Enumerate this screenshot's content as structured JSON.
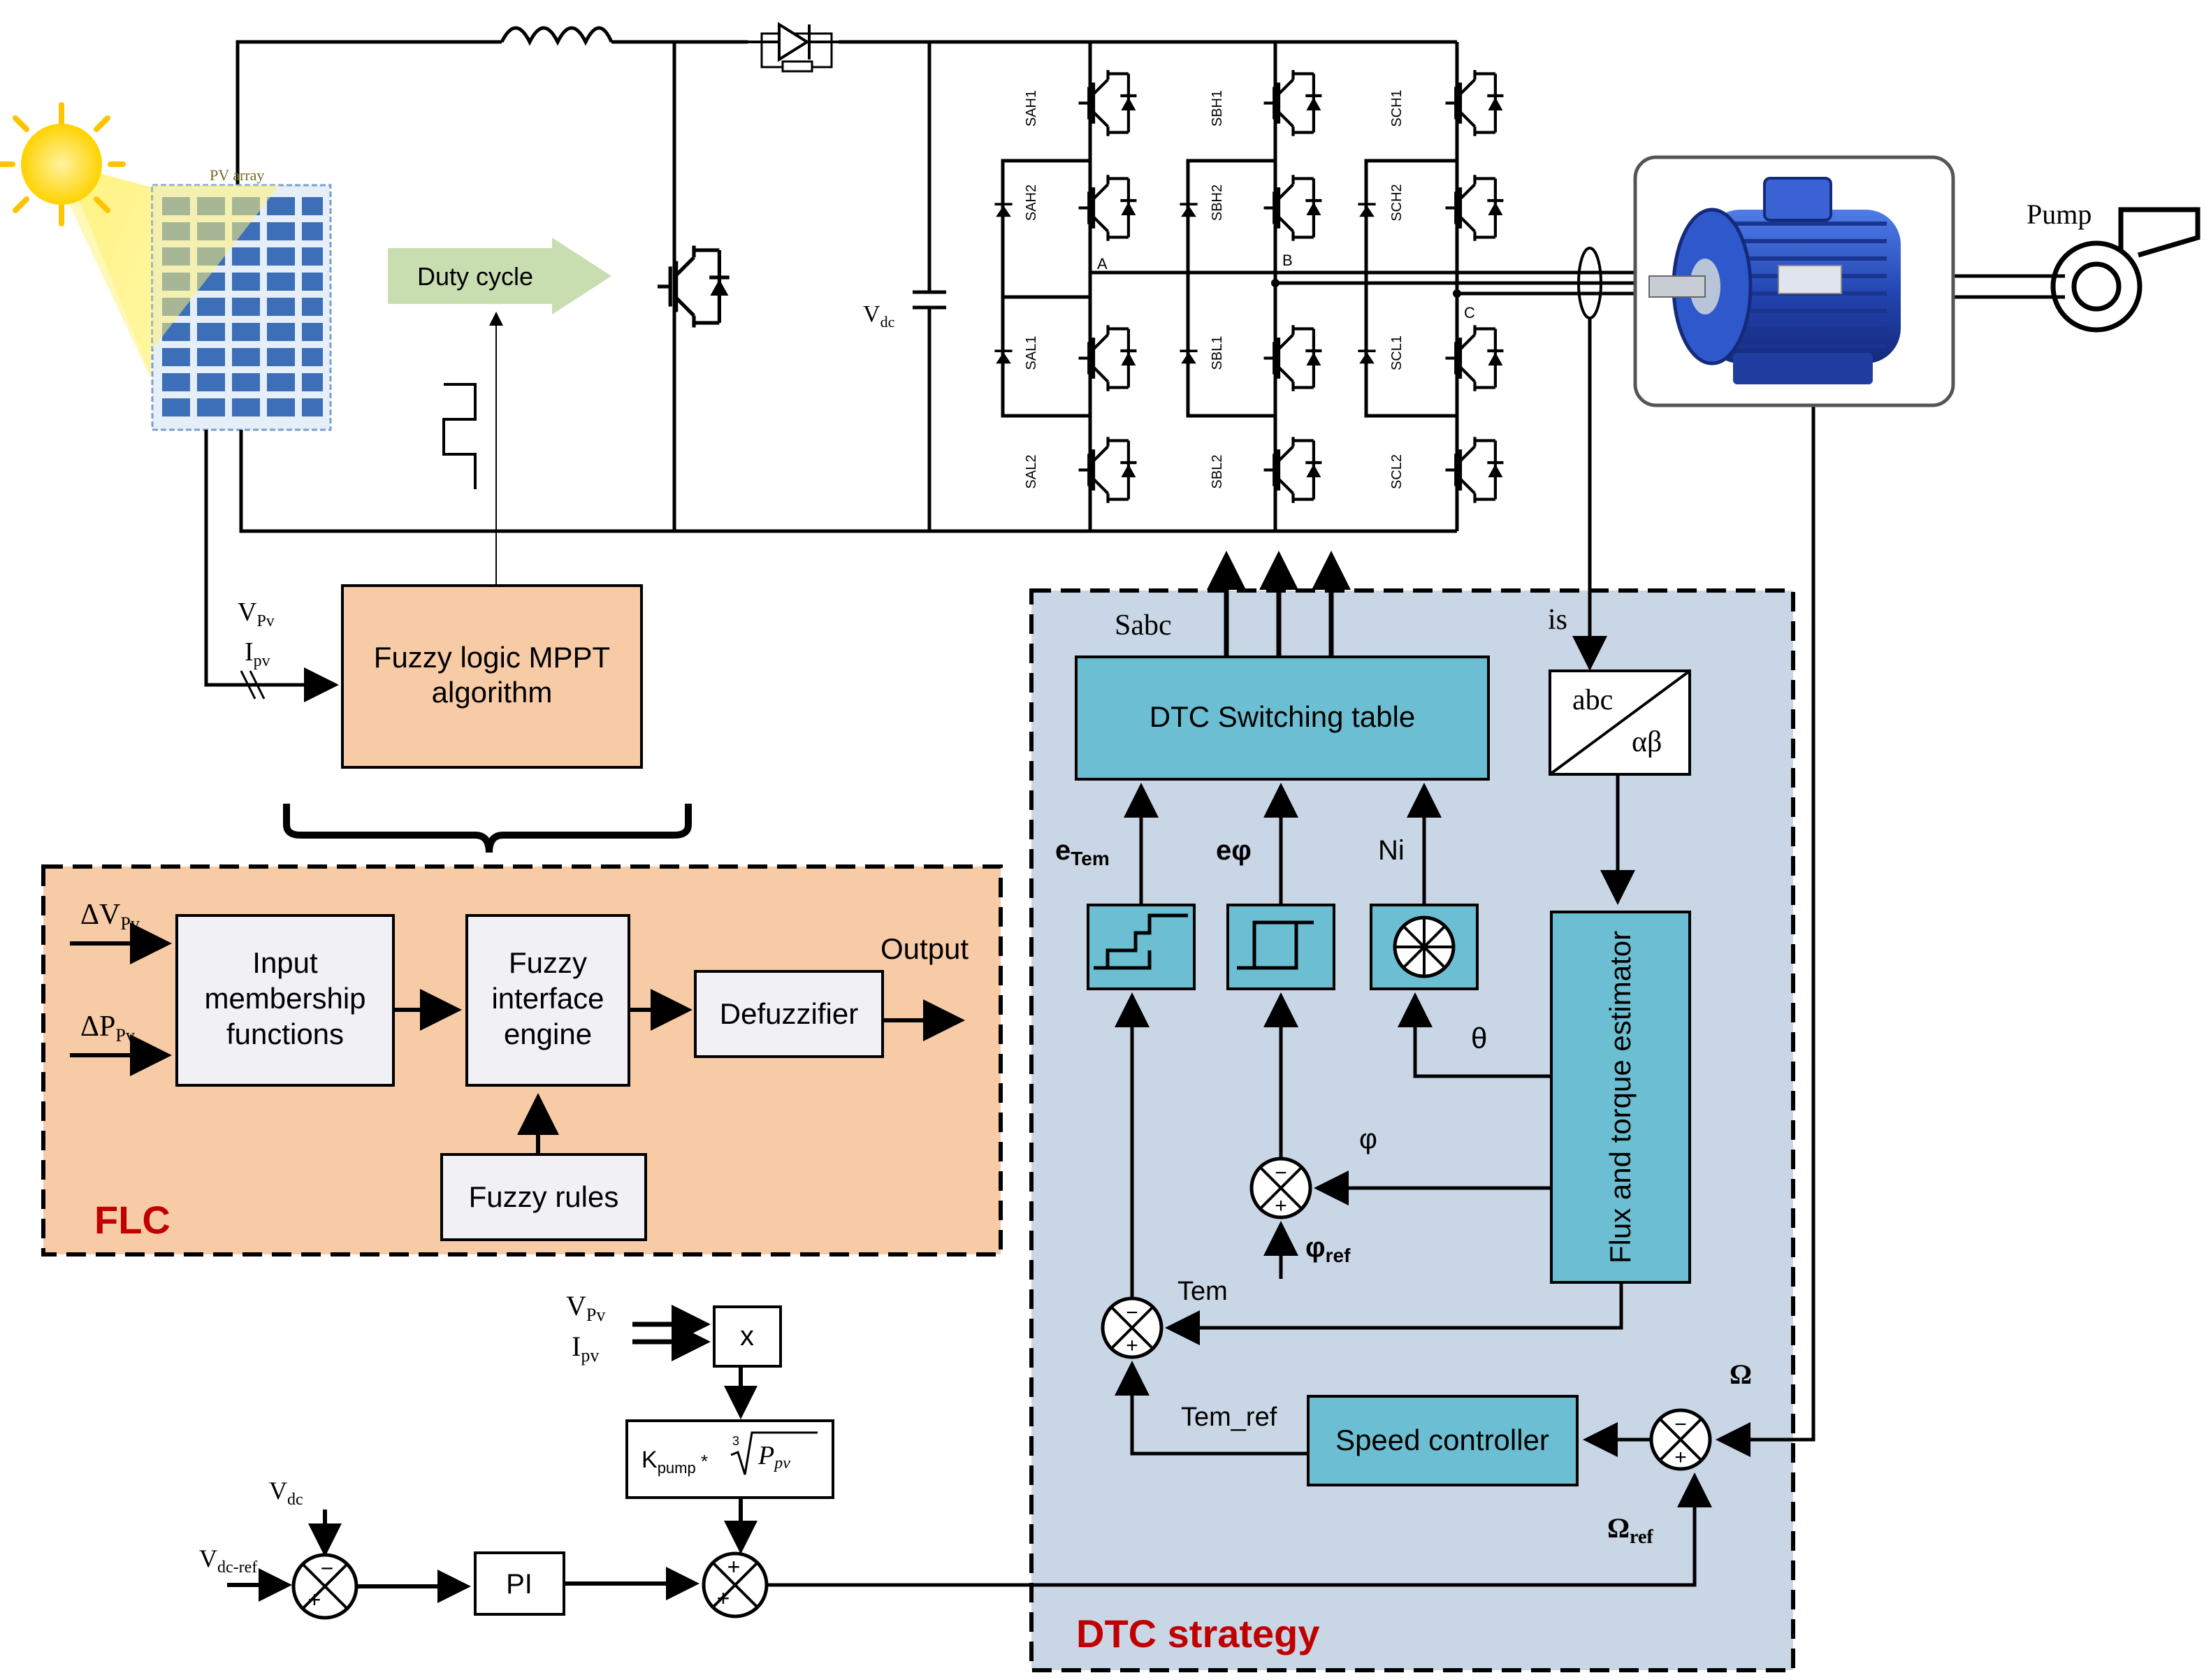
{
  "pv": {
    "array_label": "PV array",
    "v_label": "V",
    "v_sub": "Pv",
    "i_label": "I",
    "i_sub": "pv"
  },
  "boost": {
    "duty_cycle": "Duty cycle"
  },
  "dc_link": {
    "v_label": "V",
    "v_sub": "dc"
  },
  "inverter": {
    "switches": [
      "SAH1",
      "SAH2",
      "SAL1",
      "SAL2",
      "SBH1",
      "SBH2",
      "SBL1",
      "SBL2",
      "SCH1",
      "SCH2",
      "SCL1",
      "SCL2"
    ],
    "nodes": [
      "A",
      "B",
      "C"
    ]
  },
  "pump": {
    "label": "Pump"
  },
  "mppt": {
    "line1": "Fuzzy logic MPPT",
    "line2": "algorithm"
  },
  "flc": {
    "title": "FLC",
    "in1": "ΔV",
    "in1_sub": "Pv",
    "in2": "ΔP",
    "in2_sub": "Pv",
    "membership": [
      "Input",
      "membership",
      "functions"
    ],
    "engine": [
      "Fuzzy",
      "interface",
      "engine"
    ],
    "defuzzifier": "Defuzzifier",
    "rules": "Fuzzy rules",
    "output": "Output"
  },
  "dtc": {
    "title": "DTC strategy",
    "sabc": "Sabc",
    "is": "is",
    "switching_table": "DTC Switching table",
    "abc": "abc",
    "alphabeta": "αβ",
    "e_tem": "e",
    "e_tem_sub": "Tem",
    "e_phi": "eφ",
    "ni": "Ni",
    "theta": "θ",
    "phi": "φ",
    "phi_ref": "φ",
    "phi_ref_sub": "ref",
    "estimator": "Flux and torque estimator",
    "tem": "Tem",
    "tem_ref": "Tem_ref",
    "speed_controller": "Speed controller",
    "omega": "Ω",
    "omega_ref": "Ω",
    "omega_ref_sub": "ref"
  },
  "ref_gen": {
    "v_label": "V",
    "v_sub": "Pv",
    "i_label": "I",
    "i_sub": "pv",
    "mult": "x",
    "kpump": "K",
    "kpump_sub": "pump",
    "kpump_op": " * ",
    "root_index": "3",
    "root_arg": "P",
    "root_arg_sub": "pv",
    "vdc": "V",
    "vdc_sub": "dc",
    "vdc_ref": "V",
    "vdc_ref_sub": "dc-ref",
    "pi": "PI"
  },
  "colors": {
    "flc_bg": "#f8cba7",
    "dtc_bg": "#c9d6e6",
    "mppt_bg": "#f8cba7",
    "teal": "#6cbfd3",
    "red_title": "#c00000",
    "duty_arrow": "#c9deb0",
    "motor_blue": "#2a4fc0"
  }
}
